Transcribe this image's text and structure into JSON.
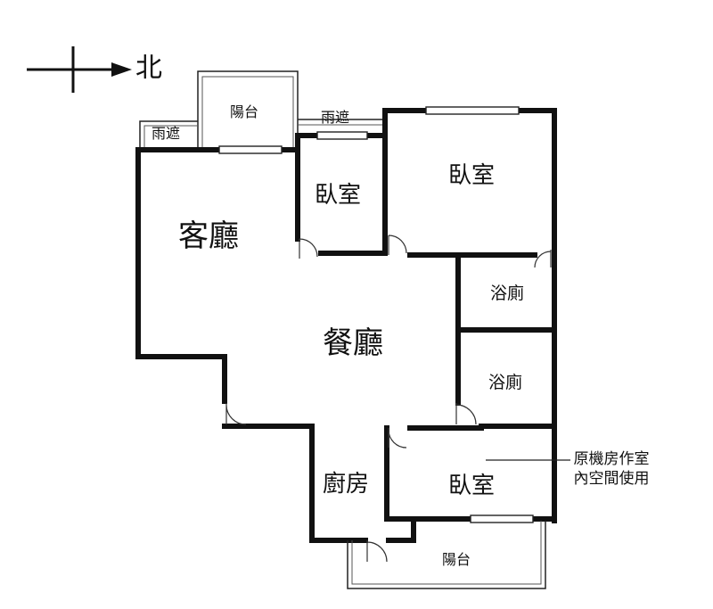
{
  "compass": {
    "label": "北"
  },
  "rooms": {
    "living_room": "客廳",
    "dining_room": "餐廳",
    "bedroom_small": "臥室",
    "bedroom_master": "臥室",
    "bedroom_south": "臥室",
    "bathroom_1": "浴廁",
    "bathroom_2": "浴廁",
    "kitchen": "廚房",
    "balcony_top": "陽台",
    "balcony_bottom": "陽台",
    "canopy_left": "雨遮",
    "canopy_right": "雨遮"
  },
  "note": {
    "text": "原機房作室內空間使用"
  }
}
